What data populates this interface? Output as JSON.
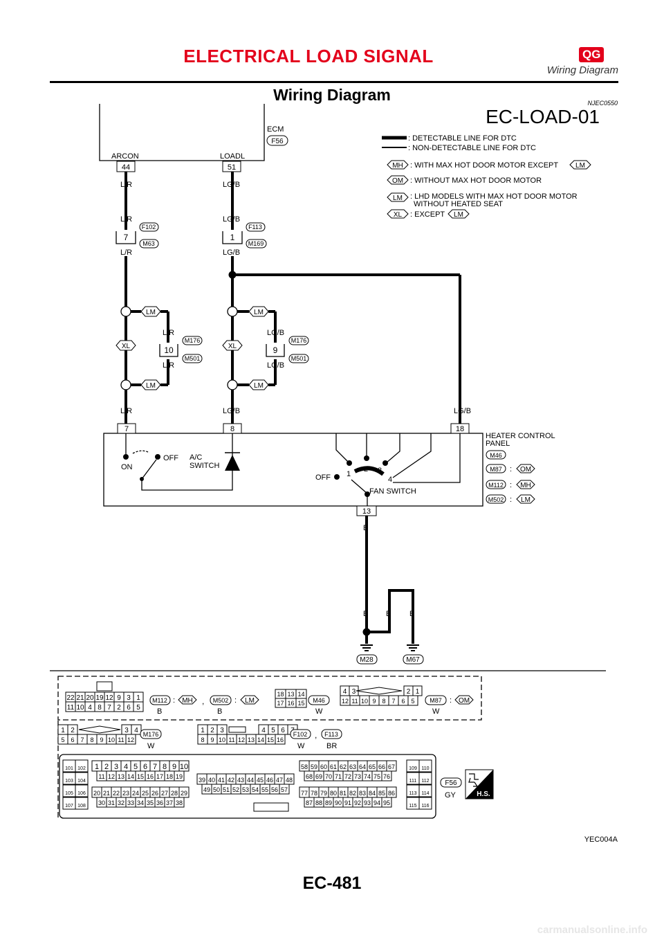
{
  "header": {
    "section_title": "ELECTRICAL LOAD SIGNAL",
    "model_badge": "QG",
    "subtitle": "Wiring Diagram"
  },
  "page_title": "Wiring Diagram",
  "ref_code": "NJEC0550",
  "diagram_id": "EC-LOAD-01",
  "ecm": {
    "name": "ECM",
    "connector": "F56",
    "pin_left": "44",
    "label_left": "ARCON",
    "pin_right": "51",
    "label_right": "LOADL"
  },
  "legend": [
    {
      "text": ": DETECTABLE LINE FOR DTC"
    },
    {
      "text": ": NON-DETECTABLE LINE FOR DTC"
    },
    {
      "tag": "MH",
      "text": ": WITH MAX HOT DOOR MOTOR EXCEPT",
      "tag2": "LM"
    },
    {
      "tag": "OM",
      "text": ": WITHOUT MAX HOT DOOR MOTOR"
    },
    {
      "tag": "LM",
      "text": ": LHD MODELS WITH MAX HOT DOOR MOTOR",
      "text2": "WITHOUT HEATED SEAT"
    },
    {
      "tag": "XL",
      "text": ": EXCEPT",
      "tag2": "LM"
    }
  ],
  "wires": {
    "lr": "L/R",
    "lgb": "LG/B",
    "b": "B",
    "conn_a_pin": "7",
    "conn_a_top": "F102",
    "conn_a_bot": "M63",
    "conn_b_pin": "1",
    "conn_b_top": "F113",
    "conn_b_bot": "M169",
    "tag_lm": "LM",
    "tag_xl": "XL",
    "jc_a_pin": "10",
    "jc_b_pin": "9",
    "jc_top": "M176",
    "jc_bot": "M501"
  },
  "panel": {
    "name_line1": "HEATER CONTROL",
    "name_line2": "PANEL",
    "pin_7": "7",
    "pin_8": "8",
    "pin_18": "18",
    "pin_13": "13",
    "ac_on": "ON",
    "ac_off": "OFF",
    "ac_switch_1": "A/C",
    "ac_switch_2": "SWITCH",
    "fan_off": "OFF",
    "fan_1": "1",
    "fan_2": "2",
    "fan_3": "3",
    "fan_4": "4",
    "fan_switch": "FAN SWITCH",
    "conns": [
      {
        "c": "M46"
      },
      {
        "c": "M87",
        "sep": ":",
        "t": "OM"
      },
      {
        "c": "M112",
        "sep": ":",
        "t": "MH"
      },
      {
        "c": "M502",
        "sep": ":",
        "t": "LM"
      }
    ]
  },
  "grounds": {
    "g1": "M28",
    "g2": "M67"
  },
  "connectors": {
    "row1": {
      "a_top": [
        "22",
        "21",
        "20",
        "19",
        "12",
        "9",
        "3",
        "1"
      ],
      "a_bot": [
        "11",
        "10",
        "4",
        "8",
        "7",
        "2",
        "6",
        "5"
      ],
      "a_name": "M112",
      "a_color": "B",
      "a_tag": "MH",
      "a_sep": ":",
      "comma": ",",
      "a2_name": "M502",
      "a2_tag": "LM",
      "a2_color": "B",
      "b_top": [
        "18",
        "13",
        "14"
      ],
      "b_bot": [
        "17",
        "16",
        "15"
      ],
      "b_name": "M46",
      "b_color": "W",
      "c_top": [
        "4",
        "3",
        "2",
        "1"
      ],
      "c_bot": [
        "12",
        "11",
        "10",
        "9",
        "8",
        "7",
        "6",
        "5"
      ],
      "c_name": "M87",
      "c_tag": "OM",
      "c_color": "W"
    },
    "row2": {
      "a_top": [
        "1",
        "2",
        "3",
        "4"
      ],
      "a_bot": [
        "5",
        "6",
        "7",
        "8",
        "9",
        "10",
        "11",
        "12"
      ],
      "a_name": "M176",
      "a_color": "W",
      "b_top": [
        "1",
        "2",
        "3",
        "4",
        "5",
        "6",
        "7"
      ],
      "b_bot": [
        "8",
        "9",
        "10",
        "11",
        "12",
        "13",
        "14",
        "15",
        "16"
      ],
      "b_name": "F102",
      "b_color": "W",
      "b2_name": "F113",
      "b2_color": "BR"
    },
    "row3": {
      "left_pins": [
        "101",
        "102",
        "103",
        "104",
        "105",
        "106",
        "107",
        "108"
      ],
      "block1_r1": [
        "1",
        "2",
        "3",
        "4",
        "5",
        "6",
        "7",
        "8",
        "9",
        "10"
      ],
      "block1_r2": [
        "11",
        "12",
        "13",
        "14",
        "15",
        "16",
        "17",
        "18",
        "19"
      ],
      "block1_r3": [
        "20",
        "21",
        "22",
        "23",
        "24",
        "25",
        "26",
        "27",
        "28",
        "29"
      ],
      "block1_r4": [
        "30",
        "31",
        "32",
        "33",
        "34",
        "35",
        "36",
        "37",
        "38"
      ],
      "block2_r1": [
        "39",
        "40",
        "41",
        "42",
        "43",
        "44",
        "45",
        "46",
        "47",
        "48"
      ],
      "block2_r2": [
        "49",
        "50",
        "51",
        "52",
        "53",
        "54",
        "55",
        "56",
        "57"
      ],
      "block3_r1": [
        "58",
        "59",
        "60",
        "61",
        "62",
        "63",
        "64",
        "65",
        "66",
        "67"
      ],
      "block3_r2": [
        "68",
        "69",
        "70",
        "71",
        "72",
        "73",
        "74",
        "75",
        "76"
      ],
      "block3_r3": [
        "77",
        "78",
        "79",
        "80",
        "81",
        "82",
        "83",
        "84",
        "85",
        "86"
      ],
      "block3_r4": [
        "87",
        "88",
        "89",
        "90",
        "91",
        "92",
        "93",
        "94",
        "95"
      ],
      "right_pins": [
        "109",
        "110",
        "111",
        "112",
        "113",
        "114",
        "115",
        "116"
      ],
      "name": "F56",
      "color": "GY",
      "hs": "H.S."
    }
  },
  "figure_id": "YEC004A",
  "page_number": "EC-481",
  "footer": "carmanualsonline.info"
}
